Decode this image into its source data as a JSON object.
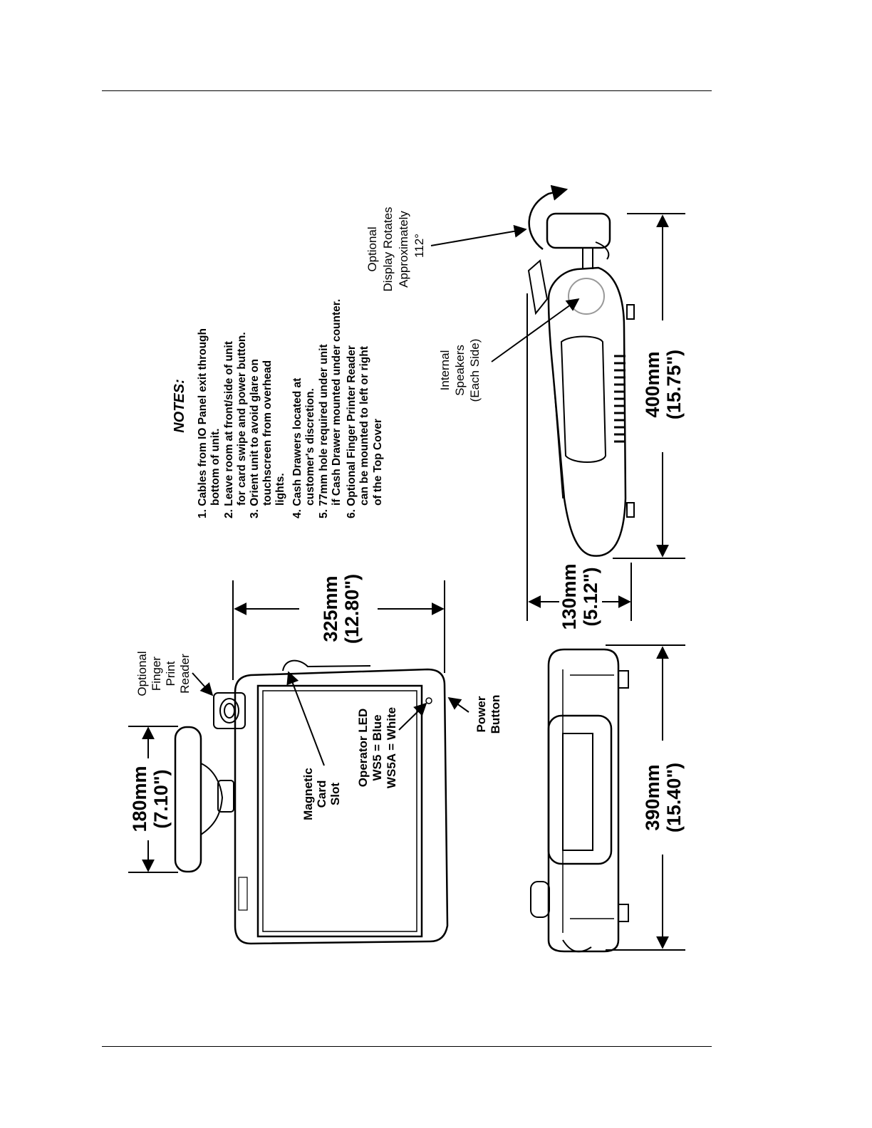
{
  "notes": {
    "title": "NOTES:",
    "items": [
      "1. Cables from IO Panel exit through",
      "bottom of unit.",
      "2. Leave room at front/side of unit",
      "for card swipe and power button.",
      "3. Orient unit to avoid glare on",
      "touchscreen from overhead",
      "lights.",
      "4. Cash Drawers located at",
      "customer's discretion.",
      "5. 77mm hole required under unit",
      "if Cash Drawer mounted under counter.",
      "6. Optional Finger Printer Reader",
      "can be mounted to left or right",
      "of the Top Cover"
    ]
  },
  "dimensions": {
    "width_front": {
      "mm": "325mm",
      "in": "(12.80\")"
    },
    "display": {
      "mm": "180mm",
      "in": "(7.10\")"
    },
    "side_depth": {
      "mm": "400mm",
      "in": "(15.75\")"
    },
    "side_height": {
      "mm": "130mm",
      "in": "(5.12\")"
    },
    "rear_width": {
      "mm": "390mm",
      "in": "(15.40\")"
    }
  },
  "callouts": {
    "finger_reader": [
      "Optional",
      "Finger",
      "Print",
      "Reader"
    ],
    "magnetic_card": [
      "Magnetic",
      "Card",
      "Slot"
    ],
    "operator_led": [
      "Operator LED",
      "WS5 = Blue",
      "WS5A = White"
    ],
    "power_button": [
      "Power",
      "Button"
    ],
    "speakers": [
      "Internal",
      "Speakers",
      "(Each Side)"
    ],
    "display_rotates": [
      "Optional",
      "Display Rotates",
      "Approximately",
      "112°"
    ]
  }
}
